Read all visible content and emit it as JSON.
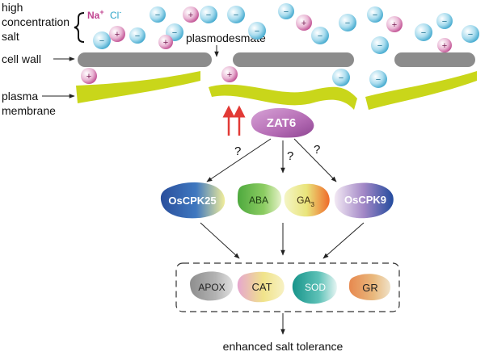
{
  "labels": {
    "salt_line1": "high",
    "salt_line2": "concentration",
    "salt_line3": "salt",
    "na_ion": "Na",
    "na_charge": "+",
    "cl_ion": "Cl",
    "cl_charge": "-",
    "plasmodesmate": "plasmodesmate",
    "cell_wall": "cell wall",
    "plasma_line1": "plasma",
    "plasma_line2": "membrane",
    "zat6": "ZAT6",
    "question": "?",
    "oscpk25": "OsCPK25",
    "aba": "ABA",
    "ga3": "GA",
    "ga3_sub": "3",
    "oscpk9": "OsCPK9",
    "apox": "APOX",
    "cat": "CAT",
    "sod": "SOD",
    "gr": "GR",
    "outcome": "enhanced salt tolerance"
  },
  "ion_signs": {
    "cation": "+",
    "anion": "−"
  },
  "colors": {
    "wall": "#8c8c8c",
    "membrane": "#c9d61a",
    "na_ion": "#c0438f",
    "cl_ion": "#2fa5c8",
    "up_arrow": "#e23a36",
    "zat6": "#b36db2",
    "oscpk": "#2c5aa8",
    "aba": "#6cbb4a",
    "ga3": "#f07b2b",
    "sod": "#1f9a8f",
    "gr": "#e8915b"
  }
}
